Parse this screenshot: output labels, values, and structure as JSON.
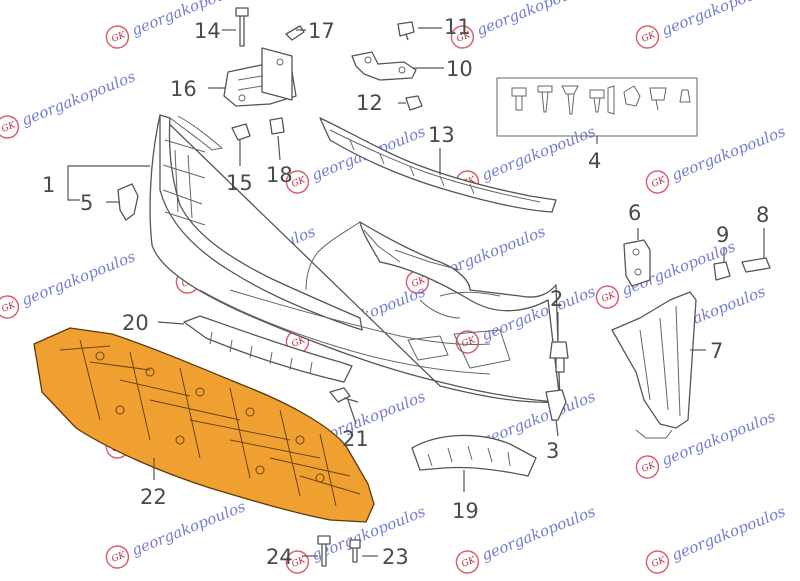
{
  "diagram": {
    "highlight_color": "#f0a030",
    "line_color": "#555555",
    "callouts": [
      {
        "id": "1",
        "text": "1"
      },
      {
        "id": "2",
        "text": "2"
      },
      {
        "id": "3",
        "text": "3"
      },
      {
        "id": "4",
        "text": "4"
      },
      {
        "id": "5",
        "text": "5"
      },
      {
        "id": "6",
        "text": "6"
      },
      {
        "id": "7",
        "text": "7"
      },
      {
        "id": "8",
        "text": "8"
      },
      {
        "id": "9",
        "text": "9"
      },
      {
        "id": "10",
        "text": "10"
      },
      {
        "id": "11",
        "text": "11"
      },
      {
        "id": "12",
        "text": "12"
      },
      {
        "id": "13",
        "text": "13"
      },
      {
        "id": "14",
        "text": "14"
      },
      {
        "id": "15",
        "text": "15"
      },
      {
        "id": "16",
        "text": "16"
      },
      {
        "id": "17",
        "text": "17"
      },
      {
        "id": "18",
        "text": "18"
      },
      {
        "id": "19",
        "text": "19"
      },
      {
        "id": "20",
        "text": "20"
      },
      {
        "id": "21",
        "text": "21"
      },
      {
        "id": "22",
        "text": "22"
      },
      {
        "id": "23",
        "text": "23"
      },
      {
        "id": "24",
        "text": "24"
      }
    ],
    "highlighted_part": "22"
  },
  "watermark": {
    "text": "georgakopoulos",
    "logo_text": "GK",
    "color": "#5b66c9",
    "logo_color": "#d23a4a"
  }
}
